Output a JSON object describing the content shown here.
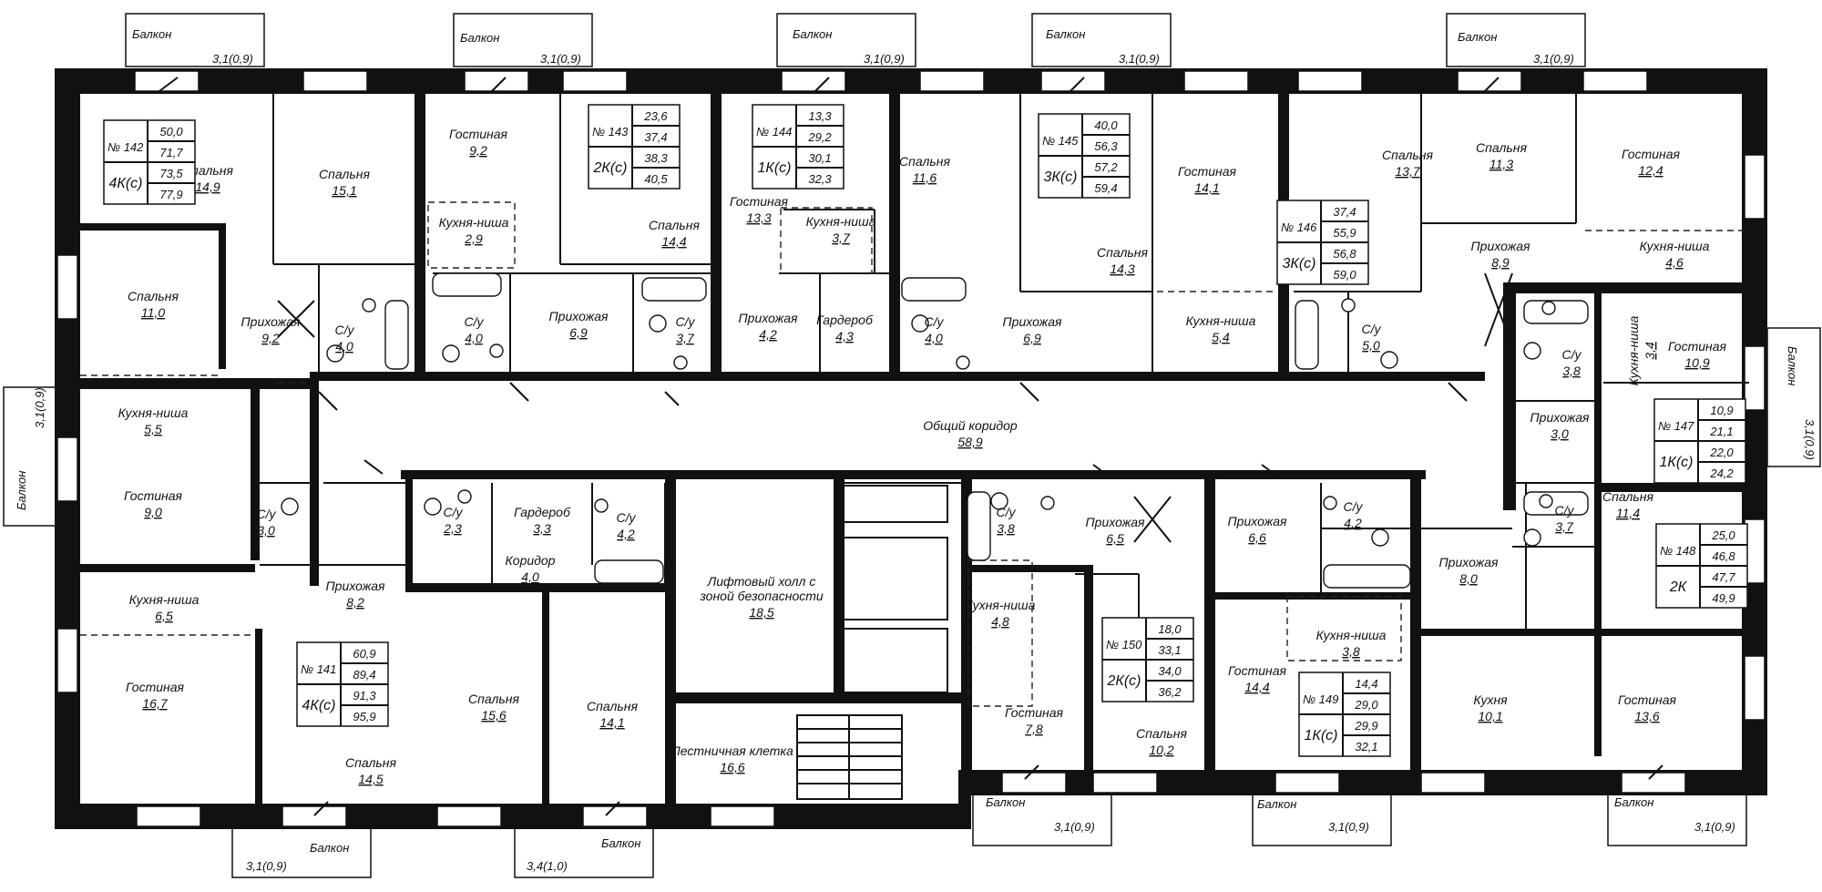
{
  "rooms": [
    {
      "id": "r1",
      "name": "Спальня",
      "area": "14,9"
    },
    {
      "id": "r2",
      "name": "Спальня",
      "area": "15,1"
    },
    {
      "id": "r3",
      "name": "Гостиная",
      "area": "9,2"
    },
    {
      "id": "r4",
      "name": "Кухня-ниша",
      "area": "2,9"
    },
    {
      "id": "r5",
      "name": "Спальня",
      "area": "14,4"
    },
    {
      "id": "r6",
      "name": "Гостиная",
      "area": "13,3"
    },
    {
      "id": "r7",
      "name": "Кухня-ниша",
      "area": "3,7"
    },
    {
      "id": "r8",
      "name": "Спальня",
      "area": "11,6"
    },
    {
      "id": "r9",
      "name": "Гостиная",
      "area": "14,1"
    },
    {
      "id": "r10",
      "name": "Спальня",
      "area": "14,3"
    },
    {
      "id": "r11",
      "name": "Спальня",
      "area": "13,7"
    },
    {
      "id": "r12",
      "name": "Спальня",
      "area": "11,3"
    },
    {
      "id": "r13",
      "name": "Гостиная",
      "area": "12,4"
    },
    {
      "id": "r14",
      "name": "Спальня",
      "area": "11,0"
    },
    {
      "id": "r15",
      "name": "Прихожая",
      "area": "9,2"
    },
    {
      "id": "r16",
      "name": "С/у",
      "area": "4,0"
    },
    {
      "id": "r17",
      "name": "С/у",
      "area": "4,0"
    },
    {
      "id": "r18",
      "name": "Прихожая",
      "area": "6,9"
    },
    {
      "id": "r19",
      "name": "С/у",
      "area": "3,7"
    },
    {
      "id": "r20",
      "name": "Прихожая",
      "area": "4,2"
    },
    {
      "id": "r21",
      "name": "Гардероб",
      "area": "4,3"
    },
    {
      "id": "r22",
      "name": "С/у",
      "area": "4,0"
    },
    {
      "id": "r23",
      "name": "Прихожая",
      "area": "6,9"
    },
    {
      "id": "r24",
      "name": "Кухня-ниша",
      "area": "5,4"
    },
    {
      "id": "r25",
      "name": "С/у",
      "area": "5,0"
    },
    {
      "id": "r26",
      "name": "Прихожая",
      "area": "8,9"
    },
    {
      "id": "r27",
      "name": "Кухня-ниша",
      "area": "4,6"
    },
    {
      "id": "r28",
      "name": "С/у",
      "area": "3,8"
    },
    {
      "id": "r29",
      "name": "Кухня-ниша",
      "area": "3,4"
    },
    {
      "id": "r30",
      "name": "Гостиная",
      "area": "10,9"
    },
    {
      "id": "r31",
      "name": "Прихожая",
      "area": "3,0"
    },
    {
      "id": "r32",
      "name": "Кухня-ниша",
      "area": "5,5"
    },
    {
      "id": "r33",
      "name": "Гостиная",
      "area": "9,0"
    },
    {
      "id": "r34",
      "name": "С/у",
      "area": "3,0"
    },
    {
      "id": "r35",
      "name": "Общий коридор",
      "area": "58,9"
    },
    {
      "id": "r36",
      "name": "С/у",
      "area": "2,3"
    },
    {
      "id": "r37",
      "name": "Гардероб",
      "area": "3,3"
    },
    {
      "id": "r38",
      "name": "С/у",
      "area": "4,2"
    },
    {
      "id": "r39",
      "name": "Коридор",
      "area": "4,0"
    },
    {
      "id": "r40",
      "name": "Прихожая",
      "area": "8,2"
    },
    {
      "id": "r41",
      "name": "Кухня-ниша",
      "area": "6,5"
    },
    {
      "id": "r42",
      "name": "Гостиная",
      "area": "16,7"
    },
    {
      "id": "r43",
      "name": "Спальня",
      "area": "14,5"
    },
    {
      "id": "r44",
      "name": "Спальня",
      "area": "15,6"
    },
    {
      "id": "r45",
      "name": "Спальня",
      "area": "14,1"
    },
    {
      "id": "r46",
      "name": "Лифтовый холл с\nзоной безопасности",
      "area": "18,5"
    },
    {
      "id": "r47",
      "name": "Лестничная клетка",
      "area": "16,6"
    },
    {
      "id": "r48",
      "name": "С/у",
      "area": "3,8"
    },
    {
      "id": "r49",
      "name": "Прихожая",
      "area": "6,5"
    },
    {
      "id": "r50",
      "name": "Кухня-ниша",
      "area": "4,8"
    },
    {
      "id": "r51",
      "name": "Гостиная",
      "area": "7,8"
    },
    {
      "id": "r52",
      "name": "Спальня",
      "area": "10,2"
    },
    {
      "id": "r53",
      "name": "Прихожая",
      "area": "6,6"
    },
    {
      "id": "r54",
      "name": "С/у",
      "area": "4,2"
    },
    {
      "id": "r55",
      "name": "Кухня-ниша",
      "area": "3,8"
    },
    {
      "id": "r56",
      "name": "Гостиная",
      "area": "14,4"
    },
    {
      "id": "r57",
      "name": "Прихожая",
      "area": "8,0"
    },
    {
      "id": "r58",
      "name": "С/у",
      "area": "3,7"
    },
    {
      "id": "r59",
      "name": "Спальня",
      "area": "11,4"
    },
    {
      "id": "r60",
      "name": "Кухня",
      "area": "10,1"
    },
    {
      "id": "r61",
      "name": "Гостиная",
      "area": "13,6"
    }
  ],
  "apartments": [
    {
      "id": "a142",
      "number": "№ 142",
      "type": "4К(с)",
      "areas": [
        "50,0",
        "71,7",
        "73,5",
        "77,9"
      ]
    },
    {
      "id": "a143",
      "number": "№ 143",
      "type": "2К(с)",
      "areas": [
        "23,6",
        "37,4",
        "38,3",
        "40,5"
      ]
    },
    {
      "id": "a144",
      "number": "№ 144",
      "type": "1К(с)",
      "areas": [
        "13,3",
        "29,2",
        "30,1",
        "32,3"
      ]
    },
    {
      "id": "a145",
      "number": "№ 145",
      "type": "3К(с)",
      "areas": [
        "40,0",
        "56,3",
        "57,2",
        "59,4"
      ]
    },
    {
      "id": "a146",
      "number": "№ 146",
      "type": "3К(с)",
      "areas": [
        "37,4",
        "55,9",
        "56,8",
        "59,0"
      ]
    },
    {
      "id": "a147",
      "number": "№ 147",
      "type": "1К(с)",
      "areas": [
        "10,9",
        "21,1",
        "22,0",
        "24,2"
      ]
    },
    {
      "id": "a141",
      "number": "№ 141",
      "type": "4К(с)",
      "areas": [
        "60,9",
        "89,4",
        "91,3",
        "95,9"
      ]
    },
    {
      "id": "a150",
      "number": "№ 150",
      "type": "2К(с)",
      "areas": [
        "18,0",
        "33,1",
        "34,0",
        "36,2"
      ]
    },
    {
      "id": "a149",
      "number": "№ 149",
      "type": "1К(с)",
      "areas": [
        "14,4",
        "29,0",
        "29,9",
        "32,1"
      ]
    },
    {
      "id": "a148",
      "number": "№ 148",
      "type": "2К",
      "areas": [
        "25,0",
        "46,8",
        "47,7",
        "49,9"
      ]
    }
  ],
  "balconies": [
    {
      "id": "b1",
      "name": "Балкон",
      "area": "3,1(0,9)"
    },
    {
      "id": "b2",
      "name": "Балкон",
      "area": "3,1(0,9)"
    },
    {
      "id": "b3",
      "name": "Балкон",
      "area": "3,1(0,9)"
    },
    {
      "id": "b4",
      "name": "Балкон",
      "area": "3,1(0,9)"
    },
    {
      "id": "b5",
      "name": "Балкон",
      "area": "3,1(0,9)"
    },
    {
      "id": "b6",
      "name": "Балкон",
      "area": "3,1(0,9)"
    },
    {
      "id": "b7",
      "name": "Балкон",
      "area": "3,1(0,9)"
    },
    {
      "id": "b8",
      "name": "Балкон",
      "area": "3,1(0,9)"
    },
    {
      "id": "b9",
      "name": "Балкон",
      "area": "3,4(1,0)"
    },
    {
      "id": "b10",
      "name": "Балкон",
      "area": "3,1(0,9)"
    },
    {
      "id": "b11",
      "name": "Балкон",
      "area": "3,1(0,9)"
    },
    {
      "id": "b12",
      "name": "Балкон",
      "area": "3,1(0,9)"
    }
  ]
}
